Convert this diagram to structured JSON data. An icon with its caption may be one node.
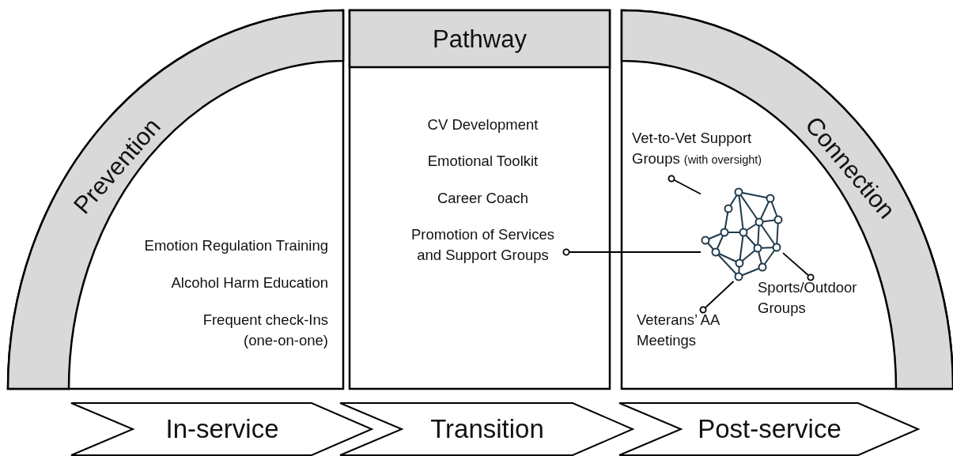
{
  "diagram": {
    "nodes": [
      {
        "text": [
          "Prevention"
        ]
      },
      {
        "text": [
          "Emotion Regulation Training"
        ],
        "in": 0
      },
      {
        "text": [
          "Alcohol Harm Education"
        ],
        "in": 0
      },
      {
        "text": [
          "Frequent check-Ins (one-on-one)"
        ],
        "in": 0
      },
      {
        "text": [
          "Pathway"
        ]
      },
      {
        "text": [
          "CV Development"
        ],
        "in": 4
      },
      {
        "text": [
          "Emotional Toolkit"
        ],
        "in": 4
      },
      {
        "text": [
          "Career Coach"
        ],
        "in": 4
      },
      {
        "text": [
          "Promotion of Services and Support Groups"
        ],
        "in": 4
      },
      {
        "text": [
          "Connection"
        ]
      },
      {
        "text": [
          "Vet-to-Vet Support Groups",
          "(with oversight)"
        ],
        "in": 9
      },
      {
        "text": [],
        "shape": "picture",
        "in": 9
      },
      {
        "text": [
          "Sports/Outdoor Groups"
        ],
        "in": 9
      },
      {
        "text": [
          "Veterans’ AA Meetings"
        ],
        "in": 9
      },
      {
        "text": [
          "In-service"
        ]
      },
      {
        "text": [
          "Transition"
        ]
      },
      {
        "text": [
          "Post-service"
        ]
      }
    ],
    "edges": [
      {
        "from": 8,
        "to": 11,
        "arrow": "other"
      },
      {
        "from": 10,
        "to": 11,
        "arrow": "other"
      },
      {
        "from": 12,
        "to": 11,
        "arrow": "other"
      },
      {
        "from": 13,
        "to": 11,
        "arrow": "other"
      }
    ]
  }
}
